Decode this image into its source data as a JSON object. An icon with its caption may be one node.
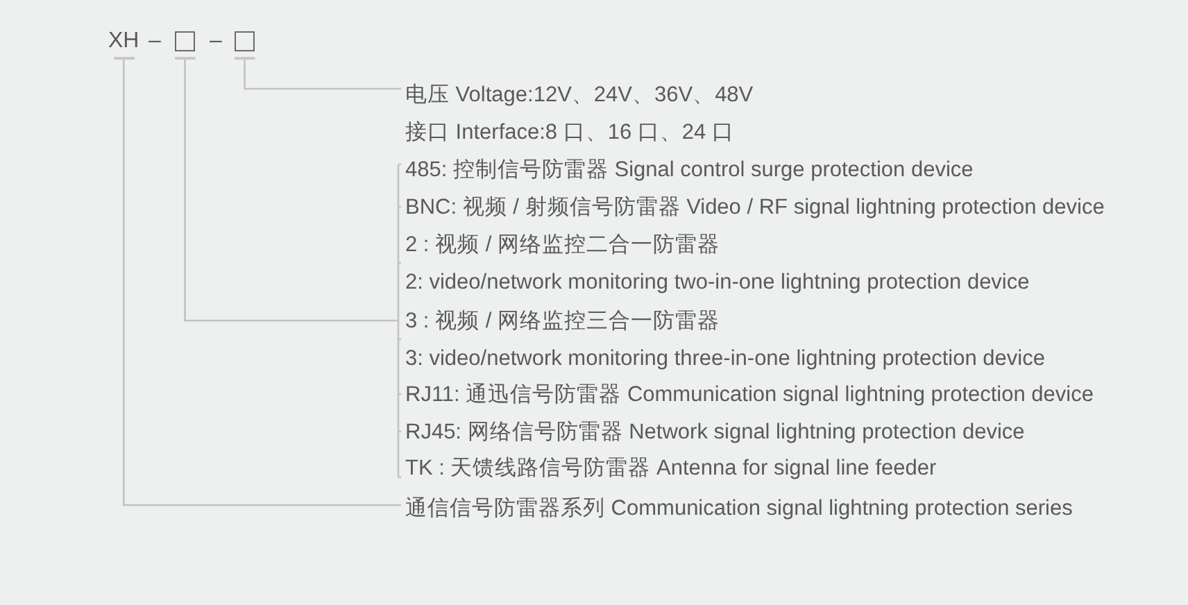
{
  "diagram": {
    "nodes": [
      {
        "text": [
          "XH"
        ]
      },
      {
        "text": [
          "□"
        ]
      },
      {
        "text": [
          "□"
        ]
      },
      {
        "text": [
          "电压 Voltage:12V、24V、36V、48V"
        ]
      },
      {
        "text": [
          "485: 控制信号防雷器 Signal control surge protection device"
        ]
      },
      {
        "text": [
          "BNC: 视频 / 射频信号防雷器 Video / RF signal lightning protection device"
        ]
      },
      {
        "text": [
          "2 : 视频 / 网络监控二合一防雷器",
          "2: video/network monitoring two-in-one lightning protection device"
        ]
      },
      {
        "text": [
          "3 : 视频 / 网络监控三合一防雷器",
          "3: video/network monitoring three-in-one lightning protection device"
        ]
      },
      {
        "text": [
          "RJ11: 通迅信号防雷器 Communication signal lightning protection device"
        ]
      },
      {
        "text": [
          "RJ45: 网络信号防雷器 Network signal lightning protection device"
        ]
      },
      {
        "text": [
          "TK : 天馈线路信号防雷器 Antenna for signal line feeder"
        ]
      },
      {
        "text": [
          "通信信号防雷器系列 Communication signal lightning protection series"
        ]
      }
    ],
    "edges": [
      {
        "from": 2,
        "to": 3,
        "arrow": "none"
      },
      {
        "from": 1,
        "to": 4,
        "arrow": "none"
      },
      {
        "from": 1,
        "to": 5,
        "arrow": "none"
      },
      {
        "from": 1,
        "to": 6,
        "arrow": "none"
      },
      {
        "from": 1,
        "to": 7,
        "arrow": "none"
      },
      {
        "from": 1,
        "to": 8,
        "arrow": "none"
      },
      {
        "from": 1,
        "to": 9,
        "arrow": "none"
      },
      {
        "from": 1,
        "to": 10,
        "arrow": "none"
      },
      {
        "from": 0,
        "to": 11,
        "arrow": "none"
      }
    ],
    "labels": [
      "–",
      "–",
      "接口 Interface:8 口、16 口、24 口"
    ]
  }
}
